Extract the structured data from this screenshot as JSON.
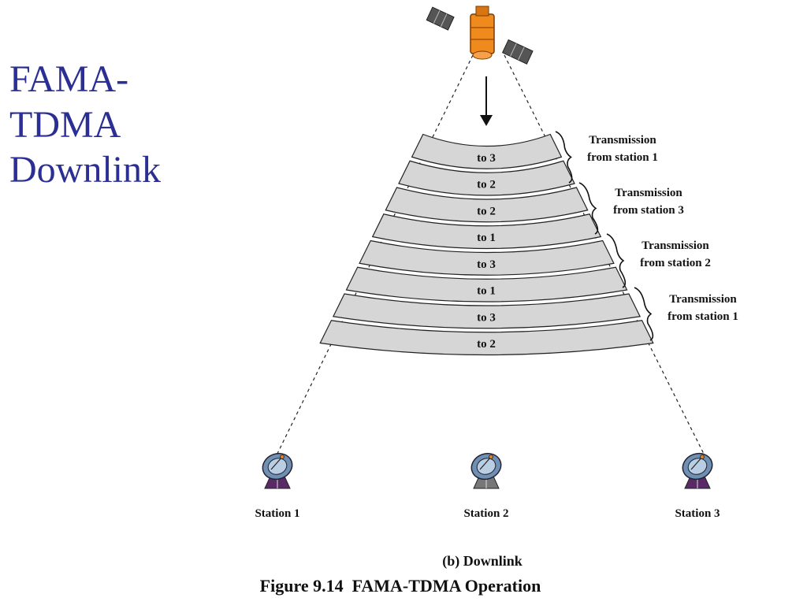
{
  "slide": {
    "title_lines": [
      "FAMA-",
      "TDMA",
      "Downlink"
    ],
    "title_color": "#2b2f93"
  },
  "diagram": {
    "satellite_icon": "satellite-icon",
    "arrow_icon": "arrow-down-icon",
    "dish_icon": "satellite-dish-icon",
    "slots": [
      "to 3",
      "to 2",
      "to 2",
      "to 1",
      "to 3",
      "to 1",
      "to 3",
      "to 2"
    ],
    "transmissions": [
      {
        "line1": "Transmission",
        "line2": "from station 1"
      },
      {
        "line1": "Transmission",
        "line2": "from station 3"
      },
      {
        "line1": "Transmission",
        "line2": "from station 2"
      },
      {
        "line1": "Transmission",
        "line2": "from station 1"
      }
    ],
    "stations": [
      "Station 1",
      "Station 2",
      "Station 3"
    ],
    "sub_caption": "(b) Downlink",
    "figure_caption": "Figure 9.14  FAMA-TDMA Operation",
    "colors": {
      "slot_fill": "#d6d6d6",
      "satellite_body": "#f08a1c",
      "panel": "#555555",
      "dish": "#6f8fb3",
      "dish_base": "#5a2a66"
    }
  }
}
